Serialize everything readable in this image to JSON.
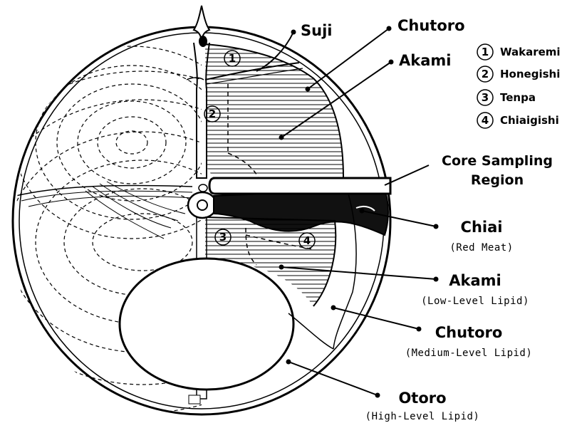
{
  "labels": {
    "suji": "Suji",
    "chutoro_top": "Chutoro",
    "akami_top": "Akami",
    "core_line1": "Core Sampling",
    "core_line2": "Region",
    "chiai": "Chiai",
    "chiai_sub": "(Red Meat)",
    "akami_low": "Akami",
    "akami_low_sub": "(Low-Level Lipid)",
    "chutoro_mid": "Chutoro",
    "chutoro_mid_sub": "(Medium-Level Lipid)",
    "otoro": "Otoro",
    "otoro_sub": "(High-Level Lipid)"
  },
  "legend": [
    {
      "num": "1",
      "name": "Wakaremi"
    },
    {
      "num": "2",
      "name": "Honegishi"
    },
    {
      "num": "3",
      "name": "Tenpa"
    },
    {
      "num": "4",
      "name": "Chiaigishi"
    }
  ],
  "region_numbers": [
    "1",
    "2",
    "3",
    "4"
  ],
  "colors": {
    "ink": "#000000",
    "paper": "#ffffff",
    "chiai_fill": "#111111"
  }
}
